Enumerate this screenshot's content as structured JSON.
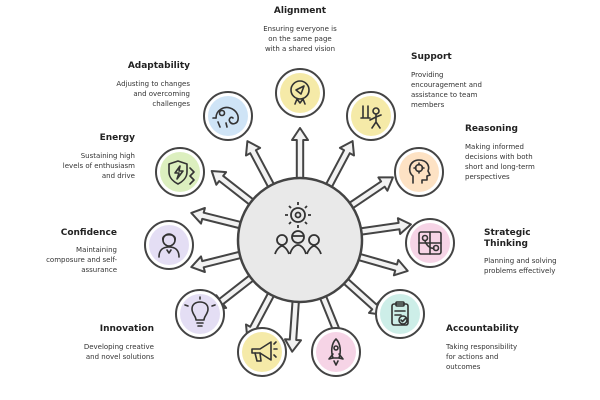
{
  "colors": {
    "hub": "#e9e9e9",
    "stroke": "#444444",
    "arrow_fill": "#f2f2f2",
    "text": "#333333"
  },
  "items": [
    {
      "id": "alignment",
      "title": "Alignment",
      "description": "Ensuring everyone is\non the same page\nwith a shared vision",
      "icon": "compass-icon",
      "color": "#f5eaa8"
    },
    {
      "id": "support",
      "title": "Support",
      "description": "Providing\nencouragement and\nassistance to team\nmembers",
      "icon": "helping-hand-icon",
      "color": "#f5eaa8"
    },
    {
      "id": "reasoning",
      "title": "Reasoning",
      "description": "Making informed\ndecisions with both\nshort and long-term\nperspectives",
      "icon": "head-gears-icon",
      "color": "#fde2c4"
    },
    {
      "id": "strategic-thinking",
      "title": "Strategic\nThinking",
      "description": "Planning and solving\nproblems effectively",
      "icon": "strategy-board-icon",
      "color": "#f6d4e6"
    },
    {
      "id": "accountability",
      "title": "Accountability",
      "description": "Taking responsibility\nfor actions and\noutcomes",
      "icon": "clipboard-check-icon",
      "color": "#cdeee8"
    },
    {
      "id": "innovation",
      "title": "Innovation",
      "description": "Developing creative\nand novel solutions",
      "icon": "lightbulb-icon",
      "color": "#e4def4"
    },
    {
      "id": "confidence",
      "title": "Confidence",
      "description": "Maintaining\ncomposure and self-\nassurance",
      "icon": "person-icon",
      "color": "#e4def4"
    },
    {
      "id": "energy",
      "title": "Energy",
      "description": "Sustaining high\nlevels of enthusiasm\nand drive",
      "icon": "shield-bolt-icon",
      "color": "#dcefbf"
    },
    {
      "id": "adaptability",
      "title": "Adaptability",
      "description": "Adjusting to changes\nand overcoming\nchallenges",
      "icon": "chameleon-icon",
      "color": "#cfe4f6"
    }
  ],
  "extra_icons": [
    {
      "id": "rocket",
      "icon": "rocket-icon",
      "color": "#f6d4e6"
    },
    {
      "id": "megaphone",
      "icon": "megaphone-icon",
      "color": "#f5eaa8"
    }
  ],
  "hub_icon": "team-gear-icon"
}
